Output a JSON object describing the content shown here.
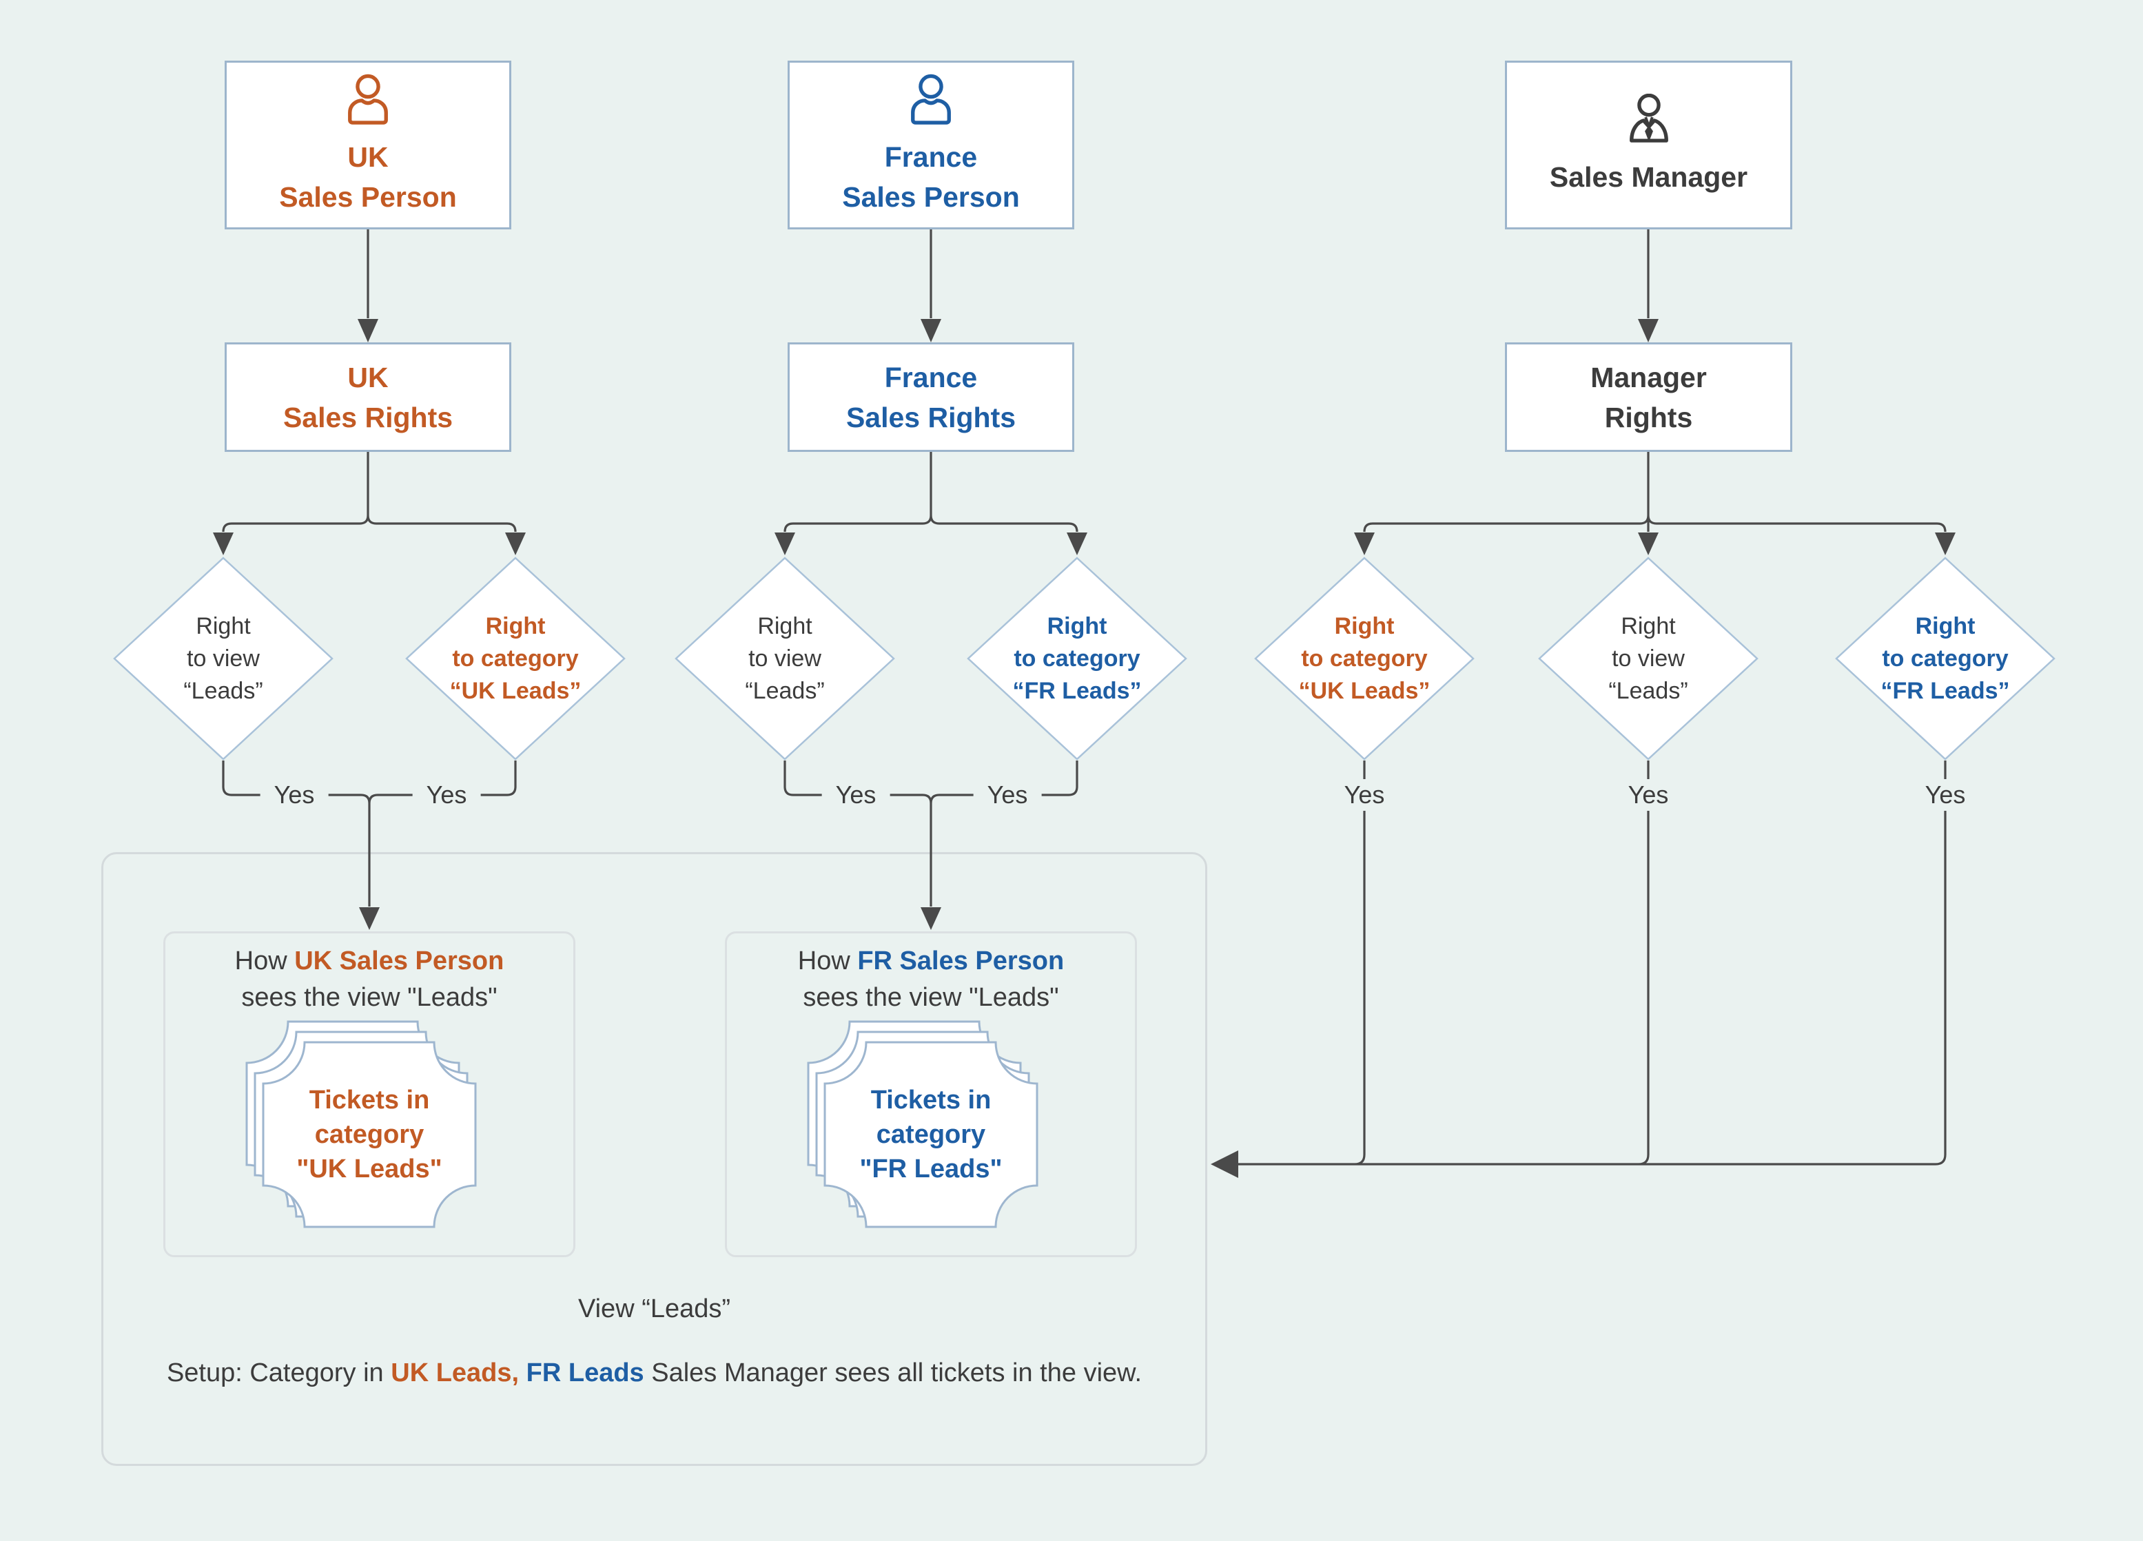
{
  "colors": {
    "background": "#EAF2F0",
    "orange": "#C25A24",
    "blue": "#1E5EA4",
    "dark_text": "#3C3C3C",
    "connector": "#4A4A4A",
    "node_border": "#9DB5CC",
    "diamond_border": "#A9C2D9",
    "panel_border": "#D4DADC",
    "inner_border": "#DBE0E2",
    "ticket_border": "#9EB6CF"
  },
  "icons": {
    "uk_person": "person-icon",
    "fr_person": "person-icon",
    "manager": "manager-person-icon"
  },
  "nodes": {
    "uk_person": {
      "label": "UK\nSales Person"
    },
    "fr_person": {
      "label": "France\nSales Person"
    },
    "manager": {
      "label": "Sales Manager"
    },
    "uk_rights": {
      "label": "UK\nSales Rights"
    },
    "fr_rights": {
      "label": "France\nSales Rights"
    },
    "manager_rights": {
      "label": "Manager\nRights"
    }
  },
  "decisions": {
    "uk_view": {
      "label": "Right\nto view\n“Leads”"
    },
    "uk_category": {
      "label": "Right\nto category\n“UK Leads”"
    },
    "fr_view": {
      "label": "Right\nto view\n“Leads”"
    },
    "fr_category": {
      "label": "Right\nto category\n“FR Leads”"
    },
    "mgr_category_uk": {
      "label": "Right\nto category\n“UK Leads”"
    },
    "mgr_view": {
      "label": "Right\nto view\n“Leads”"
    },
    "mgr_category_fr": {
      "label": "Right\nto category\n“FR Leads”"
    }
  },
  "yes_labels": [
    "Yes",
    "Yes",
    "Yes",
    "Yes",
    "Yes",
    "Yes",
    "Yes"
  ],
  "views": {
    "uk": {
      "heading_prefix": "How ",
      "heading_actor": "UK Sales Person",
      "heading_line2": "sees the view \"Leads\"",
      "tickets": "Tickets in\ncategory\n\"UK Leads\""
    },
    "fr": {
      "heading_prefix": "How ",
      "heading_actor": "FR Sales Person",
      "heading_line2": "sees the view \"Leads\"",
      "tickets": "Tickets in\ncategory\n\"FR Leads\""
    }
  },
  "panel": {
    "title": "View “Leads”",
    "setup_prefix": "Setup: Category in ",
    "setup_uk": "UK Leads,",
    "setup_fr": "FR Leads",
    "note": "Sales Manager sees all tickets in the view."
  }
}
